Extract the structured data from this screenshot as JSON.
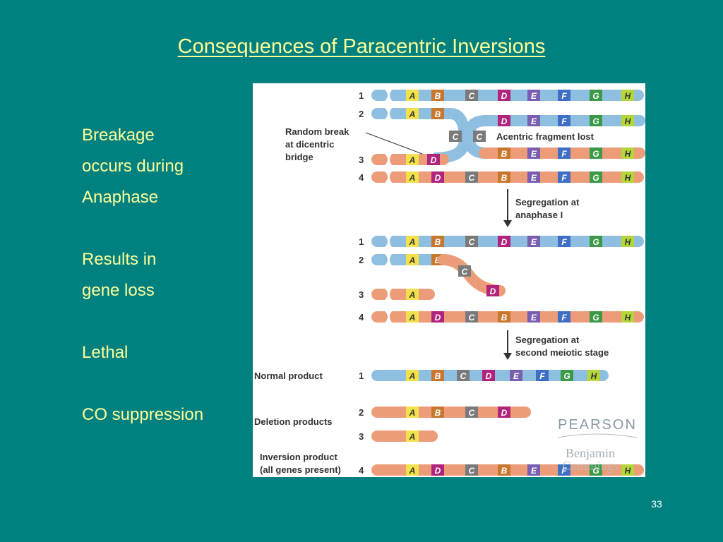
{
  "slide": {
    "title": "Consequences of Paracentric Inversions",
    "bullets": [
      "Breakage",
      "occurs during",
      "Anaphase",
      "",
      "Results in",
      "gene loss",
      "",
      "Lethal",
      "",
      "CO suppression"
    ],
    "page_number": "33"
  },
  "figure": {
    "colors": {
      "background": "#00807e",
      "text": "#ffff99",
      "blue_chromatid": "#8fbfe0",
      "salmon_chromatid": "#ec9c78",
      "A": "#f2e14a",
      "B": "#c8782e",
      "C": "#7a7a7a",
      "D": "#b0247c",
      "E": "#7a5fb0",
      "F": "#3e6fc4",
      "G": "#3a9a48",
      "H": "#b5d63a"
    },
    "labels": {
      "random_break": [
        "Random break",
        "at dicentric",
        "bridge"
      ],
      "acentric": "Acentric fragment lost",
      "seg1": [
        "Segregation at",
        "anaphase I"
      ],
      "seg2": [
        "Segregation at",
        "second meiotic stage"
      ],
      "normal_product": "Normal product",
      "deletion_products": "Deletion products",
      "inversion_product": [
        "Inversion product",
        "(all genes present)"
      ]
    },
    "watermark": [
      "PEARSON",
      "Benjamin",
      "Cummings"
    ],
    "stage1": {
      "row_numbers": [
        "1",
        "2",
        "3",
        "4"
      ],
      "row1_genes": [
        "A",
        "B",
        "C",
        "D",
        "E",
        "F",
        "G",
        "H"
      ],
      "row2_genes": [
        "A",
        "B"
      ],
      "loop_top_genes": [
        "D",
        "E",
        "F",
        "G",
        "H"
      ],
      "bridge_genes": [
        "C",
        "C"
      ],
      "loop_bottom_genes": [
        "B",
        "E",
        "F",
        "G",
        "H"
      ],
      "row3_genes": [
        "A",
        "D"
      ],
      "row4_genes": [
        "A",
        "D",
        "C",
        "B",
        "E",
        "F",
        "G",
        "H"
      ]
    },
    "stage2": {
      "row_numbers": [
        "1",
        "2",
        "3",
        "4"
      ],
      "row1_genes": [
        "A",
        "B",
        "C",
        "D",
        "E",
        "F",
        "G",
        "H"
      ],
      "row2_genes": [
        "A",
        "B",
        "C",
        "D"
      ],
      "row3_genes": [
        "A"
      ],
      "row4_genes": [
        "A",
        "D",
        "C",
        "B",
        "E",
        "F",
        "G",
        "H"
      ]
    },
    "stage3": {
      "row_numbers": [
        "1",
        "2",
        "3",
        "4"
      ],
      "normal_genes": [
        "A",
        "B",
        "C",
        "D",
        "E",
        "F",
        "G",
        "H"
      ],
      "deletion1_genes": [
        "A",
        "B",
        "C",
        "D"
      ],
      "deletion2_genes": [
        "A"
      ],
      "inversion_genes": [
        "A",
        "D",
        "C",
        "B",
        "E",
        "F",
        "G",
        "H"
      ]
    }
  }
}
